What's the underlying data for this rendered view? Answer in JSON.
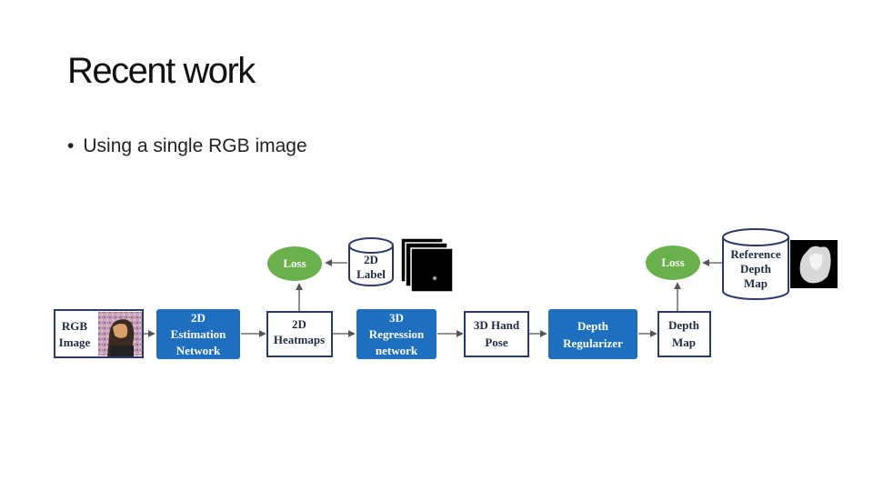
{
  "slide": {
    "title": "Recent work",
    "bullet": "Using a single RGB image"
  },
  "diagram": {
    "rgb_image": [
      "RGB",
      "Image"
    ],
    "estimation_network": [
      "2D",
      "Estimation",
      "Network"
    ],
    "heatmaps": [
      "2D",
      "Heatmaps"
    ],
    "regression_network": [
      "3D",
      "Regression",
      "network"
    ],
    "hand_pose": [
      "3D Hand",
      "Pose"
    ],
    "depth_regularizer": [
      "Depth",
      "Regularizer"
    ],
    "depth_map": [
      "Depth",
      "Map"
    ],
    "loss_left": "Loss",
    "loss_right": "Loss",
    "label_2d": [
      "2D",
      "Label"
    ],
    "reference_depth_map": [
      "Reference",
      "Depth",
      "Map"
    ],
    "colors": {
      "blue_box": "#1e6fc0",
      "green_loss": "#6ab04c",
      "border": "#2b3a6b",
      "arrow": "#555555"
    }
  }
}
